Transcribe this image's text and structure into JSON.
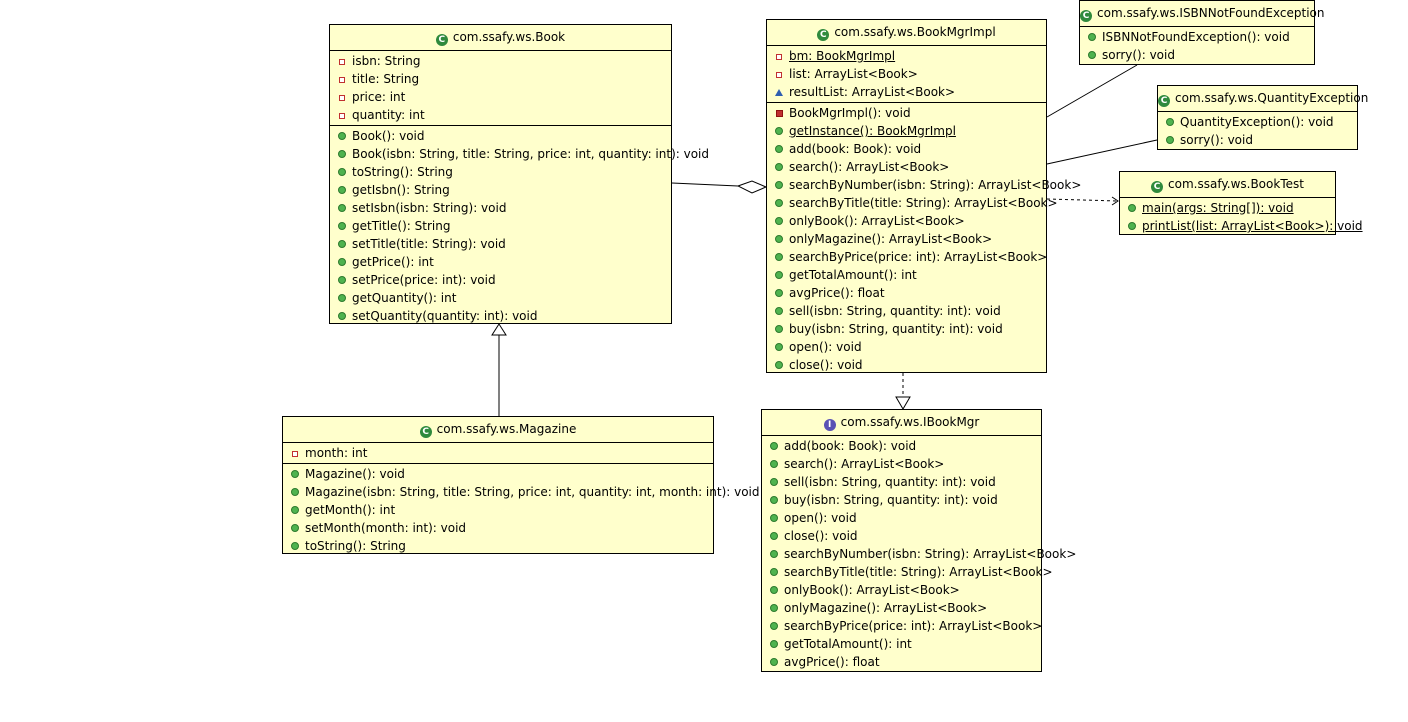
{
  "classes": {
    "book": {
      "name": "com.ssafy.ws.Book",
      "fields": [
        {
          "text": "isbn: String",
          "vis": "private"
        },
        {
          "text": "title: String",
          "vis": "private"
        },
        {
          "text": "price: int",
          "vis": "private"
        },
        {
          "text": "quantity: int",
          "vis": "private"
        }
      ],
      "methods": [
        {
          "text": "Book(): void",
          "vis": "public"
        },
        {
          "text": "Book(isbn: String, title: String, price: int, quantity: int): void",
          "vis": "public"
        },
        {
          "text": "toString(): String",
          "vis": "public"
        },
        {
          "text": "getIsbn(): String",
          "vis": "public"
        },
        {
          "text": "setIsbn(isbn: String): void",
          "vis": "public"
        },
        {
          "text": "getTitle(): String",
          "vis": "public"
        },
        {
          "text": "setTitle(title: String): void",
          "vis": "public"
        },
        {
          "text": "getPrice(): int",
          "vis": "public"
        },
        {
          "text": "setPrice(price: int): void",
          "vis": "public"
        },
        {
          "text": "getQuantity(): int",
          "vis": "public"
        },
        {
          "text": "setQuantity(quantity: int): void",
          "vis": "public"
        }
      ]
    },
    "magazine": {
      "name": "com.ssafy.ws.Magazine",
      "fields": [
        {
          "text": "month: int",
          "vis": "private"
        }
      ],
      "methods": [
        {
          "text": "Magazine(): void",
          "vis": "public"
        },
        {
          "text": "Magazine(isbn: String, title: String, price: int, quantity: int, month: int): void",
          "vis": "public"
        },
        {
          "text": "getMonth(): int",
          "vis": "public"
        },
        {
          "text": "setMonth(month: int): void",
          "vis": "public"
        },
        {
          "text": "toString(): String",
          "vis": "public"
        }
      ]
    },
    "bookMgrImpl": {
      "name": "com.ssafy.ws.BookMgrImpl",
      "fields": [
        {
          "text": "bm: BookMgrImpl",
          "vis": "private",
          "static": true
        },
        {
          "text": "list: ArrayList<Book>",
          "vis": "private"
        },
        {
          "text": "resultList: ArrayList<Book>",
          "vis": "package"
        }
      ],
      "methods": [
        {
          "text": "BookMgrImpl(): void",
          "vis": "private-method"
        },
        {
          "text": "getInstance(): BookMgrImpl",
          "vis": "public",
          "static": true
        },
        {
          "text": "add(book: Book): void",
          "vis": "public"
        },
        {
          "text": "search(): ArrayList<Book>",
          "vis": "public"
        },
        {
          "text": "searchByNumber(isbn: String): ArrayList<Book>",
          "vis": "public"
        },
        {
          "text": "searchByTitle(title: String): ArrayList<Book>",
          "vis": "public"
        },
        {
          "text": "onlyBook(): ArrayList<Book>",
          "vis": "public"
        },
        {
          "text": "onlyMagazine(): ArrayList<Book>",
          "vis": "public"
        },
        {
          "text": "searchByPrice(price: int): ArrayList<Book>",
          "vis": "public"
        },
        {
          "text": "getTotalAmount(): int",
          "vis": "public"
        },
        {
          "text": "avgPrice(): float",
          "vis": "public"
        },
        {
          "text": "sell(isbn: String, quantity: int): void",
          "vis": "public"
        },
        {
          "text": "buy(isbn: String, quantity: int): void",
          "vis": "public"
        },
        {
          "text": "open(): void",
          "vis": "public"
        },
        {
          "text": "close(): void",
          "vis": "public"
        }
      ]
    },
    "iBookMgr": {
      "name": "com.ssafy.ws.IBookMgr",
      "kind": "interface",
      "fields": [],
      "methods": [
        {
          "text": "add(book: Book): void",
          "vis": "public"
        },
        {
          "text": "search(): ArrayList<Book>",
          "vis": "public"
        },
        {
          "text": "sell(isbn: String, quantity: int): void",
          "vis": "public"
        },
        {
          "text": "buy(isbn: String, quantity: int): void",
          "vis": "public"
        },
        {
          "text": "open(): void",
          "vis": "public"
        },
        {
          "text": "close(): void",
          "vis": "public"
        },
        {
          "text": "searchByNumber(isbn: String): ArrayList<Book>",
          "vis": "public"
        },
        {
          "text": "searchByTitle(title: String): ArrayList<Book>",
          "vis": "public"
        },
        {
          "text": "onlyBook(): ArrayList<Book>",
          "vis": "public"
        },
        {
          "text": "onlyMagazine(): ArrayList<Book>",
          "vis": "public"
        },
        {
          "text": "searchByPrice(price: int): ArrayList<Book>",
          "vis": "public"
        },
        {
          "text": "getTotalAmount(): int",
          "vis": "public"
        },
        {
          "text": "avgPrice(): float",
          "vis": "public"
        }
      ]
    },
    "isbnNotFound": {
      "name": "com.ssafy.ws.ISBNNotFoundException",
      "fields": [],
      "methods": [
        {
          "text": "ISBNNotFoundException(): void",
          "vis": "public"
        },
        {
          "text": "sorry(): void",
          "vis": "public"
        }
      ]
    },
    "quantityException": {
      "name": "com.ssafy.ws.QuantityException",
      "fields": [],
      "methods": [
        {
          "text": "QuantityException(): void",
          "vis": "public"
        },
        {
          "text": "sorry(): void",
          "vis": "public"
        }
      ]
    },
    "bookTest": {
      "name": "com.ssafy.ws.BookTest",
      "fields": [],
      "methods": [
        {
          "text": "main(args: String[]): void",
          "vis": "public",
          "static": true
        },
        {
          "text": "printList(list: ArrayList<Book>): void",
          "vis": "public",
          "static": true
        }
      ]
    }
  },
  "colors": {
    "box_fill": "#ffffcc",
    "border": "#000000",
    "public_icon": "#4fb34f",
    "private_icon": "#c03030",
    "package_icon": "#2f5fb0",
    "class_icon": "#2f8a3d",
    "interface_icon": "#5a52b4"
  }
}
